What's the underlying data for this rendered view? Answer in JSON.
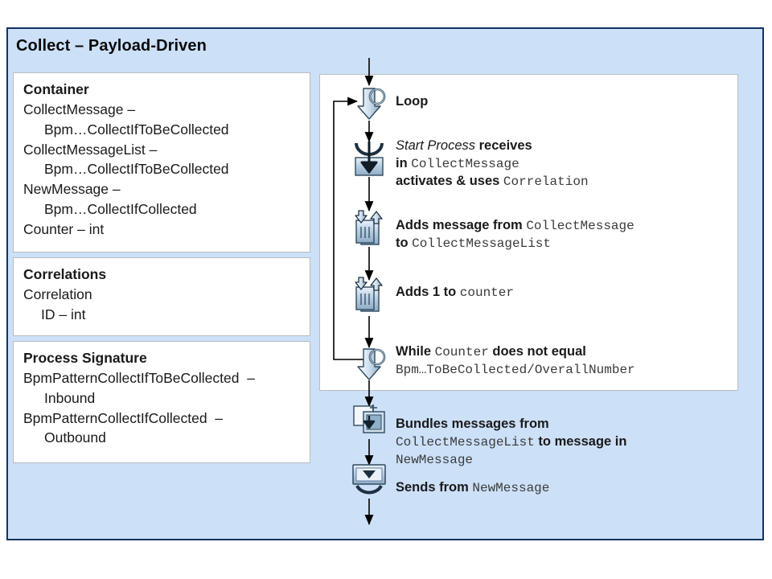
{
  "diagram": {
    "title": "Collect – Payload-Driven",
    "frame_color": "#cce0f8",
    "frame_border_color": "#123462"
  },
  "panels": {
    "container": {
      "heading": "Container",
      "lines": [
        "CollectMessage –",
        "Bpm…CollectIfToBeCollected",
        "CollectMessageList –",
        "Bpm…CollectIfToBeCollected",
        "NewMessage –",
        "Bpm…CollectIfCollected",
        "Counter – int"
      ]
    },
    "correlations": {
      "heading": "Correlations",
      "lines": [
        "Correlation",
        "ID – int"
      ]
    },
    "signature": {
      "heading": "Process Signature",
      "lines": [
        "BpmPatternCollectIfToBeCollected  –",
        "Inbound",
        "BpmPatternCollectIfCollected  –",
        "Outbound"
      ]
    }
  },
  "flow": {
    "steps": [
      {
        "id": "loop",
        "icon": "loop-icon",
        "label": "Loop",
        "line1_a": "Loop"
      },
      {
        "id": "start-process",
        "icon": "receive-message-icon",
        "line1_italic": "Start Process",
        "line1_b": " receives",
        "line2_a": "in ",
        "line2_mono": "CollectMessage",
        "line3_a": "activates & uses ",
        "line3_mono": "Correlation"
      },
      {
        "id": "add-message",
        "icon": "add-to-container-icon",
        "line1_a": "Adds message from ",
        "line1_mono": "CollectMessage",
        "line2_a": "to ",
        "line2_mono": "CollectMessageList"
      },
      {
        "id": "add-counter",
        "icon": "add-to-container-icon",
        "line1_a": "Adds 1 to ",
        "line1_mono": "counter"
      },
      {
        "id": "while",
        "icon": "loop-icon",
        "line1_a": "While ",
        "line1_mono": "Counter",
        "line1_b": " does not equal",
        "line2_mono": "Bpm…ToBeCollected/OverallNumber"
      },
      {
        "id": "bundle",
        "icon": "bundle-messages-icon",
        "line1_a": "Bundles messages from",
        "line2_mono": "CollectMessageList",
        "line2_b": " to message in",
        "line3_mono": "NewMessage"
      },
      {
        "id": "send",
        "icon": "send-message-icon",
        "line1_a": "Sends from ",
        "line1_mono": "NewMessage"
      }
    ]
  }
}
